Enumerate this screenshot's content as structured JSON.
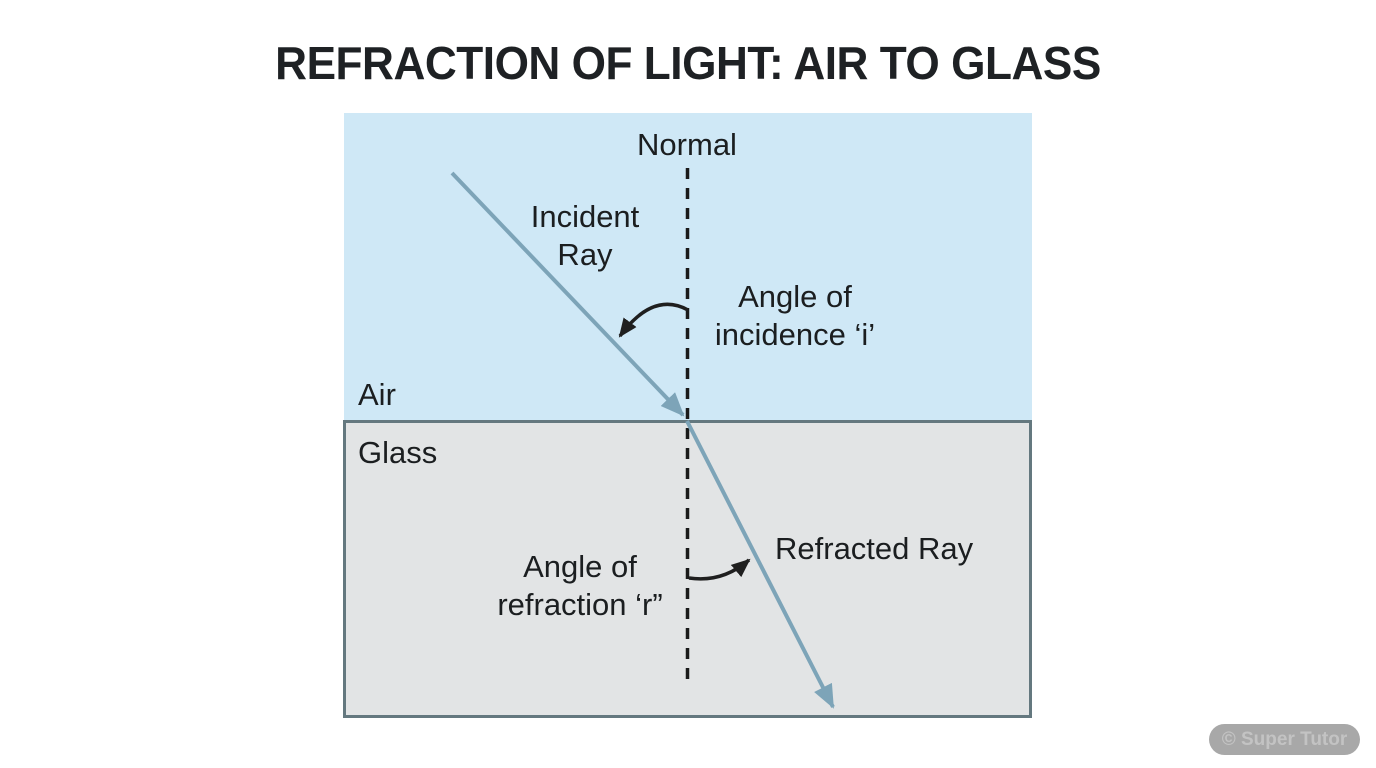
{
  "title": "REFRACTION OF LIGHT: AIR TO GLASS",
  "diagram": {
    "type": "physics-refraction-diagram",
    "regions": [
      {
        "name": "air",
        "label": "Air",
        "fill": "#cfe8f6"
      },
      {
        "name": "glass",
        "label": "Glass",
        "fill": "#e2e4e5",
        "border": "#64787f"
      }
    ],
    "labels": {
      "normal": "Normal",
      "incident_ray": "Incident\nRay",
      "angle_of_incidence": "Angle of\nincidence ‘i’",
      "air": "Air",
      "glass": "Glass",
      "angle_of_refraction": "Angle of\nrefraction ‘r”",
      "refracted_ray": "Refracted Ray"
    },
    "colors": {
      "ray": "#7da4b8",
      "normal_line": "#1a1a1a",
      "annotation_arrow": "#1f1f1f",
      "text": "#1b1e20",
      "title_text": "#1e2124"
    }
  },
  "watermark": {
    "text": "© Super Tutor"
  }
}
